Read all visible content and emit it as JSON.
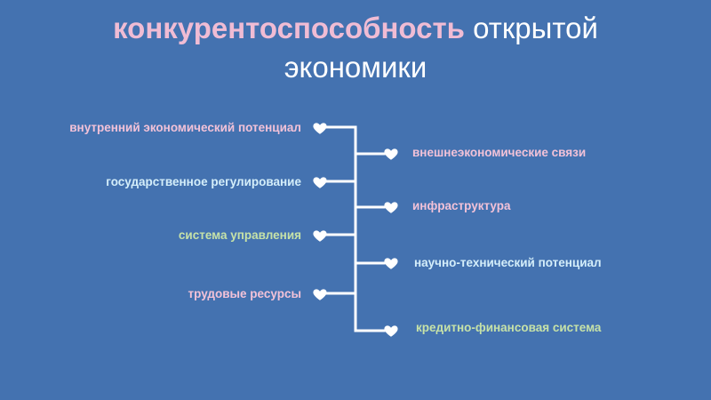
{
  "title": {
    "accent": "конкурентоспособность",
    "rest_line1": " открытой",
    "line2": "экономики"
  },
  "left_items": [
    {
      "label": "внутренний экономический потенциал",
      "color": "#f2c2d8"
    },
    {
      "label": "государственное регулирование",
      "color": "#d4eefa"
    },
    {
      "label": "система управления",
      "color": "#c6e2a8"
    },
    {
      "label": "трудовые ресурсы",
      "color": "#f2c2d8"
    }
  ],
  "right_items": [
    {
      "label": "внешнеэкономические связи",
      "color": "#f2c2d8"
    },
    {
      "label": "инфраструктура",
      "color": "#f2c2d8"
    },
    {
      "label": "научно-технический потенциал",
      "color": "#d4eefa"
    },
    {
      "label": "кредитно-финансовая система",
      "color": "#c6e2a8"
    }
  ],
  "colors": {
    "background": "#4472b0",
    "title": "#ffffff",
    "accent": "#f0bcd4",
    "line": "#ffffff",
    "heart": "#ffffff"
  },
  "icons": {
    "bullet": "heart-icon"
  }
}
